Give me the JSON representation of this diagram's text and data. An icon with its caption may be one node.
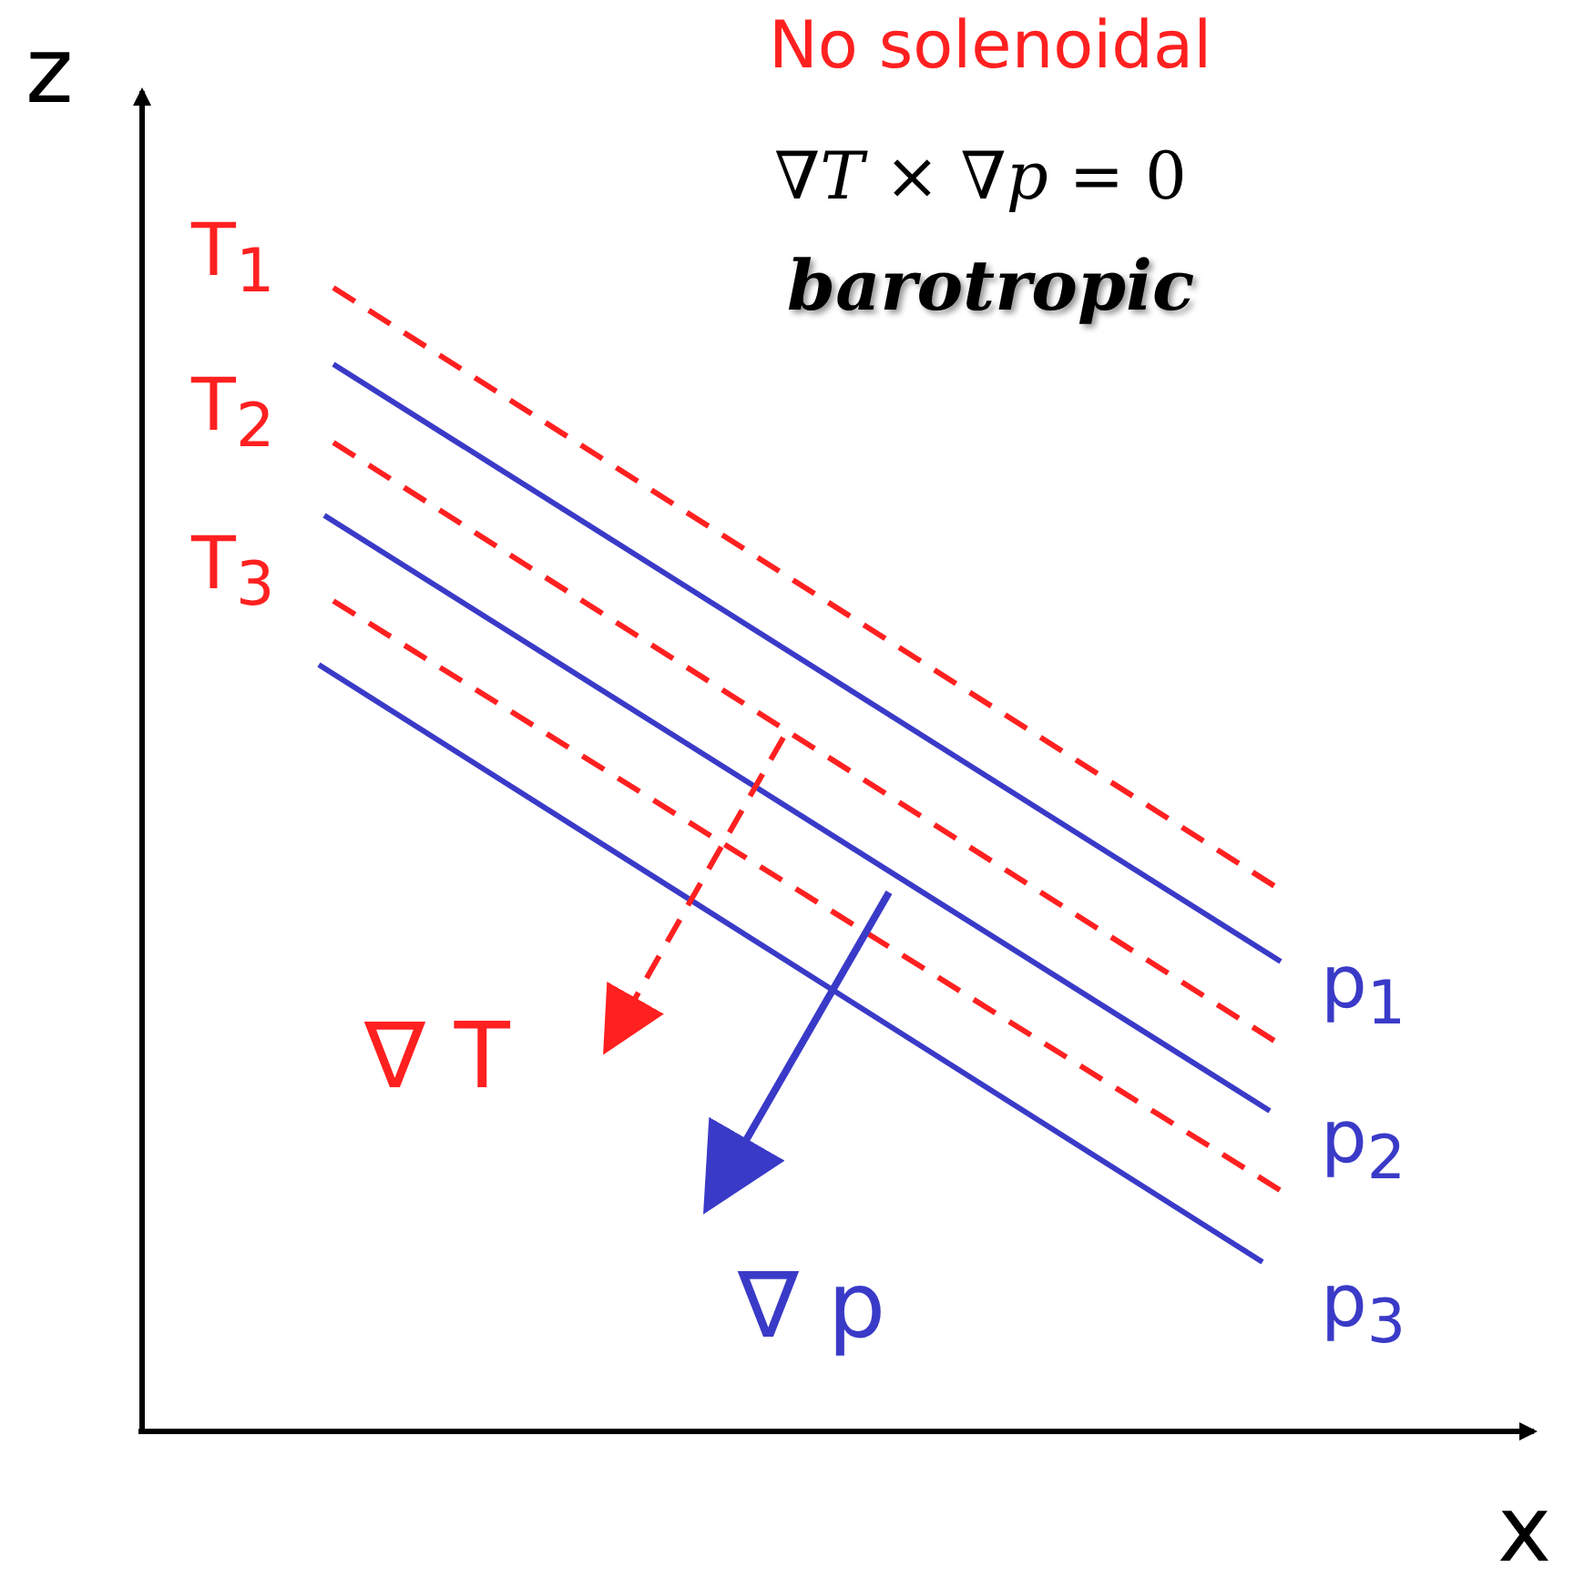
{
  "diagram": {
    "labels": [
      "No solenoidal",
      "∇*T* × ∇*p* = 0",
      "barotropic",
      "z",
      "T$_{1}$",
      "T$_{2}$",
      "T$_{3}$",
      "p$_{1}$",
      "∇ T",
      "p$_{2}$",
      "∇ p",
      "p$_{3}$",
      "x"
    ]
  }
}
